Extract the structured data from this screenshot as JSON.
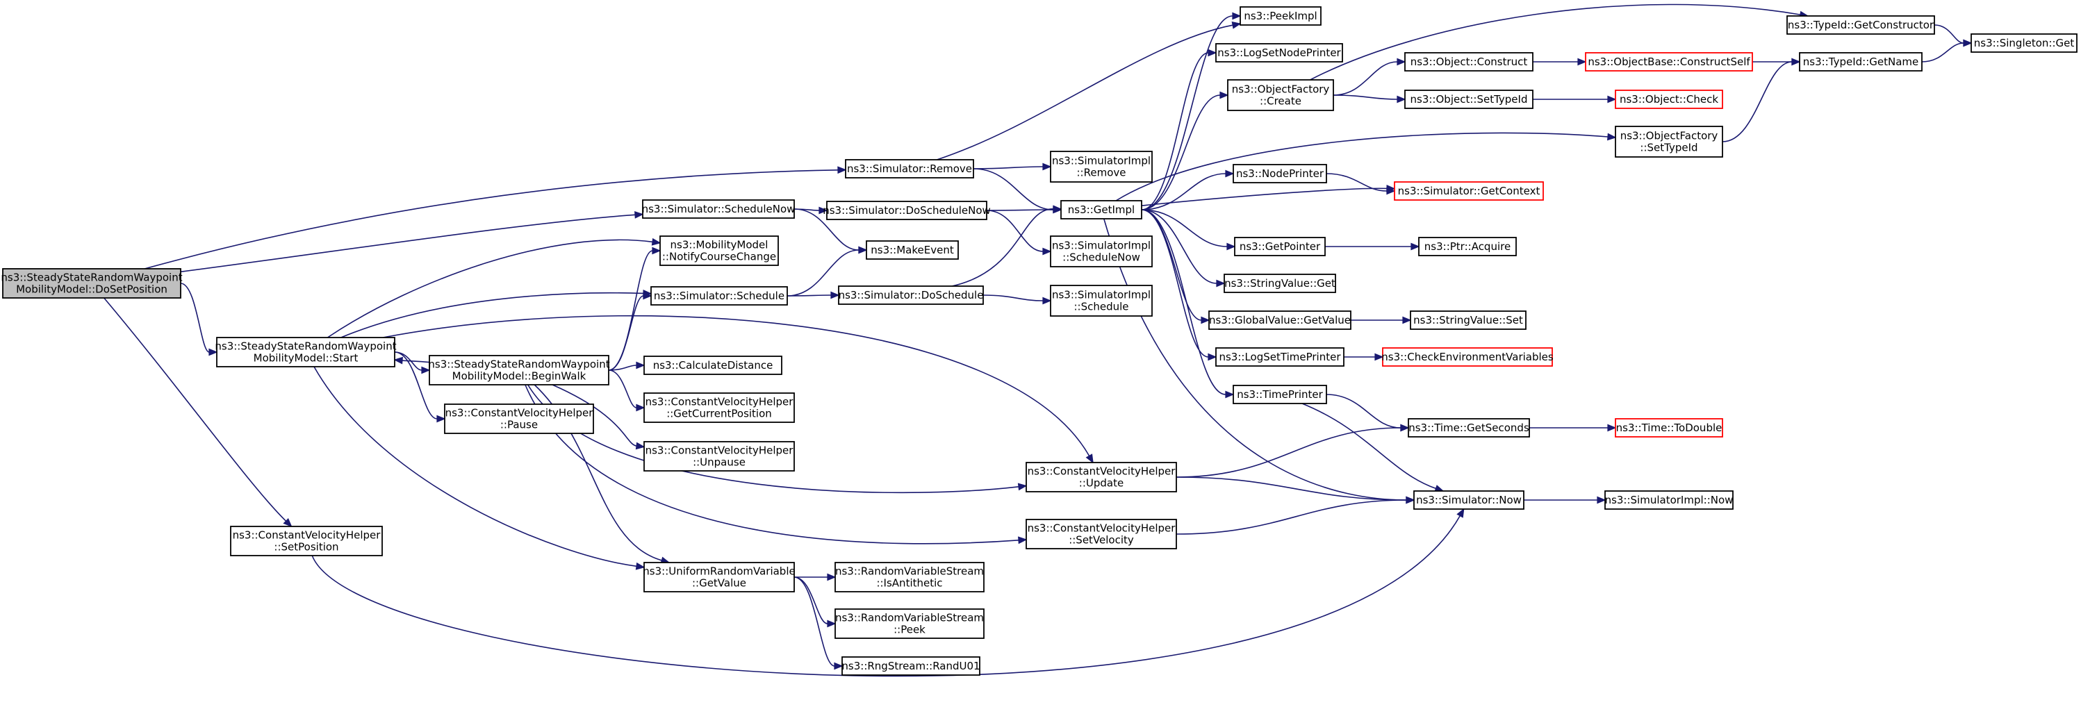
{
  "colors": {
    "edge": "#191970",
    "node_border": "#000000",
    "node_border_truncated": "#ff0000",
    "node_fill": "#ffffff",
    "root_fill": "#bfbfbf"
  },
  "nodes": {
    "dosetposition": {
      "lines": [
        "ns3::SteadyStateRandomWaypoint",
        "MobilityModel::DoSetPosition"
      ],
      "root": true
    },
    "start": {
      "lines": [
        "ns3::SteadyStateRandomWaypoint",
        "MobilityModel::Start"
      ]
    },
    "beginwalk": {
      "lines": [
        "ns3::SteadyStateRandomWaypoint",
        "MobilityModel::BeginWalk"
      ]
    },
    "cvh_setposition": {
      "lines": [
        "ns3::ConstantVelocityHelper",
        "::SetPosition"
      ]
    },
    "cvh_pause": {
      "lines": [
        "ns3::ConstantVelocityHelper",
        "::Pause"
      ]
    },
    "cvh_getcurrentposition": {
      "lines": [
        "ns3::ConstantVelocityHelper",
        "::GetCurrentPosition"
      ]
    },
    "cvh_unpause": {
      "lines": [
        "ns3::ConstantVelocityHelper",
        "::Unpause"
      ]
    },
    "calculatedistance": {
      "lines": [
        "ns3::CalculateDistance"
      ]
    },
    "notifycoursechange": {
      "lines": [
        "ns3::MobilityModel",
        "::NotifyCourseChange"
      ]
    },
    "urv_getvalue": {
      "lines": [
        "ns3::UniformRandomVariable",
        "::GetValue"
      ]
    },
    "rvs_isantithetic": {
      "lines": [
        "ns3::RandomVariableStream",
        "::IsAntithetic"
      ]
    },
    "rvs_peek": {
      "lines": [
        "ns3::RandomVariableStream",
        "::Peek"
      ]
    },
    "randu01": {
      "lines": [
        "ns3::RngStream::RandU01"
      ]
    },
    "sim_remove": {
      "lines": [
        "ns3::Simulator::Remove"
      ]
    },
    "sim_schedulenow": {
      "lines": [
        "ns3::Simulator::ScheduleNow"
      ]
    },
    "sim_schedule": {
      "lines": [
        "ns3::Simulator::Schedule"
      ]
    },
    "sim_doschedulenow": {
      "lines": [
        "ns3::Simulator::DoScheduleNow"
      ]
    },
    "sim_doschedule": {
      "lines": [
        "ns3::Simulator::DoSchedule"
      ]
    },
    "makeevent": {
      "lines": [
        "ns3::MakeEvent"
      ]
    },
    "simimpl_remove": {
      "lines": [
        "ns3::SimulatorImpl",
        "::Remove"
      ]
    },
    "simimpl_schedulenow": {
      "lines": [
        "ns3::SimulatorImpl",
        "::ScheduleNow"
      ]
    },
    "simimpl_schedule": {
      "lines": [
        "ns3::SimulatorImpl",
        "::Schedule"
      ]
    },
    "cvh_update": {
      "lines": [
        "ns3::ConstantVelocityHelper",
        "::Update"
      ]
    },
    "cvh_setvelocity": {
      "lines": [
        "ns3::ConstantVelocityHelper",
        "::SetVelocity"
      ]
    },
    "getimpl": {
      "lines": [
        "ns3::GetImpl"
      ]
    },
    "peekimpl": {
      "lines": [
        "ns3::PeekImpl"
      ]
    },
    "logsetnodeprinter": {
      "lines": [
        "ns3::LogSetNodePrinter"
      ]
    },
    "of_create": {
      "lines": [
        "ns3::ObjectFactory",
        "::Create"
      ]
    },
    "nodeprinter": {
      "lines": [
        "ns3::NodePrinter"
      ]
    },
    "getpointer": {
      "lines": [
        "ns3::GetPointer"
      ]
    },
    "stringvalue_get": {
      "lines": [
        "ns3::StringValue::Get"
      ]
    },
    "globalvalue_getvalue": {
      "lines": [
        "ns3::GlobalValue::GetValue"
      ]
    },
    "logsettimeprinter": {
      "lines": [
        "ns3::LogSetTimePrinter"
      ]
    },
    "timeprinter": {
      "lines": [
        "ns3::TimePrinter"
      ]
    },
    "object_construct": {
      "lines": [
        "ns3::Object::Construct"
      ]
    },
    "object_settypeid": {
      "lines": [
        "ns3::Object::SetTypeId"
      ]
    },
    "of_settypeid": {
      "lines": [
        "ns3::ObjectFactory",
        "::SetTypeId"
      ]
    },
    "sim_getcontext": {
      "lines": [
        "ns3::Simulator::GetContext"
      ],
      "truncated": true
    },
    "ptr_acquire": {
      "lines": [
        "ns3::Ptr::Acquire"
      ]
    },
    "stringvalue_set": {
      "lines": [
        "ns3::StringValue::Set"
      ]
    },
    "checkenvvars": {
      "lines": [
        "ns3::CheckEnvironmentVariables"
      ],
      "truncated": true
    },
    "time_getseconds": {
      "lines": [
        "ns3::Time::GetSeconds"
      ]
    },
    "sim_now": {
      "lines": [
        "ns3::Simulator::Now"
      ]
    },
    "typeid_getconstructor": {
      "lines": [
        "ns3::TypeId::GetConstructor"
      ]
    },
    "objbase_constructself": {
      "lines": [
        "ns3::ObjectBase::ConstructSelf"
      ],
      "truncated": true
    },
    "object_check": {
      "lines": [
        "ns3::Object::Check"
      ],
      "truncated": true
    },
    "time_todouble": {
      "lines": [
        "ns3::Time::ToDouble"
      ],
      "truncated": true
    },
    "simimpl_now": {
      "lines": [
        "ns3::SimulatorImpl::Now"
      ]
    },
    "typeid_getname": {
      "lines": [
        "ns3::TypeId::GetName"
      ]
    },
    "singleton_get": {
      "lines": [
        "ns3::Singleton::Get"
      ]
    }
  },
  "edges": [
    [
      "dosetposition",
      "sim_remove"
    ],
    [
      "dosetposition",
      "sim_schedulenow"
    ],
    [
      "dosetposition",
      "start"
    ],
    [
      "dosetposition",
      "cvh_setposition"
    ],
    [
      "start",
      "notifycoursechange"
    ],
    [
      "start",
      "sim_schedule"
    ],
    [
      "start",
      "beginwalk"
    ],
    [
      "start",
      "cvh_pause"
    ],
    [
      "start",
      "cvh_update"
    ],
    [
      "start",
      "urv_getvalue"
    ],
    [
      "beginwalk",
      "start"
    ],
    [
      "beginwalk",
      "notifycoursechange"
    ],
    [
      "beginwalk",
      "sim_schedule"
    ],
    [
      "beginwalk",
      "calculatedistance"
    ],
    [
      "beginwalk",
      "cvh_getcurrentposition"
    ],
    [
      "beginwalk",
      "cvh_unpause"
    ],
    [
      "beginwalk",
      "cvh_update"
    ],
    [
      "beginwalk",
      "cvh_setvelocity"
    ],
    [
      "beginwalk",
      "urv_getvalue"
    ],
    [
      "cvh_setposition",
      "sim_now"
    ],
    [
      "sim_remove",
      "peekimpl"
    ],
    [
      "sim_remove",
      "simimpl_remove"
    ],
    [
      "sim_remove",
      "getimpl"
    ],
    [
      "sim_schedulenow",
      "sim_doschedulenow"
    ],
    [
      "sim_schedulenow",
      "makeevent"
    ],
    [
      "sim_doschedulenow",
      "getimpl"
    ],
    [
      "sim_doschedulenow",
      "simimpl_schedulenow"
    ],
    [
      "sim_schedule",
      "makeevent"
    ],
    [
      "sim_schedule",
      "sim_doschedule"
    ],
    [
      "sim_doschedule",
      "getimpl"
    ],
    [
      "sim_doschedule",
      "simimpl_schedule"
    ],
    [
      "urv_getvalue",
      "rvs_isantithetic"
    ],
    [
      "urv_getvalue",
      "rvs_peek"
    ],
    [
      "urv_getvalue",
      "randu01"
    ],
    [
      "cvh_update",
      "time_getseconds"
    ],
    [
      "cvh_update",
      "sim_now"
    ],
    [
      "cvh_setvelocity",
      "sim_now"
    ],
    [
      "getimpl",
      "peekimpl"
    ],
    [
      "getimpl",
      "logsetnodeprinter"
    ],
    [
      "getimpl",
      "of_create"
    ],
    [
      "getimpl",
      "of_settypeid"
    ],
    [
      "getimpl",
      "nodeprinter"
    ],
    [
      "getimpl",
      "sim_getcontext"
    ],
    [
      "getimpl",
      "getpointer"
    ],
    [
      "getimpl",
      "stringvalue_get"
    ],
    [
      "getimpl",
      "globalvalue_getvalue"
    ],
    [
      "getimpl",
      "logsettimeprinter"
    ],
    [
      "getimpl",
      "timeprinter"
    ],
    [
      "getimpl",
      "sim_now"
    ],
    [
      "of_create",
      "typeid_getconstructor"
    ],
    [
      "of_create",
      "object_construct"
    ],
    [
      "of_create",
      "object_settypeid"
    ],
    [
      "object_construct",
      "objbase_constructself"
    ],
    [
      "object_settypeid",
      "object_check"
    ],
    [
      "objbase_constructself",
      "typeid_getname"
    ],
    [
      "of_settypeid",
      "typeid_getname"
    ],
    [
      "typeid_getconstructor",
      "singleton_get"
    ],
    [
      "typeid_getname",
      "singleton_get"
    ],
    [
      "nodeprinter",
      "sim_getcontext"
    ],
    [
      "getpointer",
      "ptr_acquire"
    ],
    [
      "globalvalue_getvalue",
      "stringvalue_set"
    ],
    [
      "logsettimeprinter",
      "checkenvvars"
    ],
    [
      "timeprinter",
      "time_getseconds"
    ],
    [
      "timeprinter",
      "sim_now"
    ],
    [
      "time_getseconds",
      "time_todouble"
    ],
    [
      "sim_now",
      "simimpl_now"
    ]
  ]
}
